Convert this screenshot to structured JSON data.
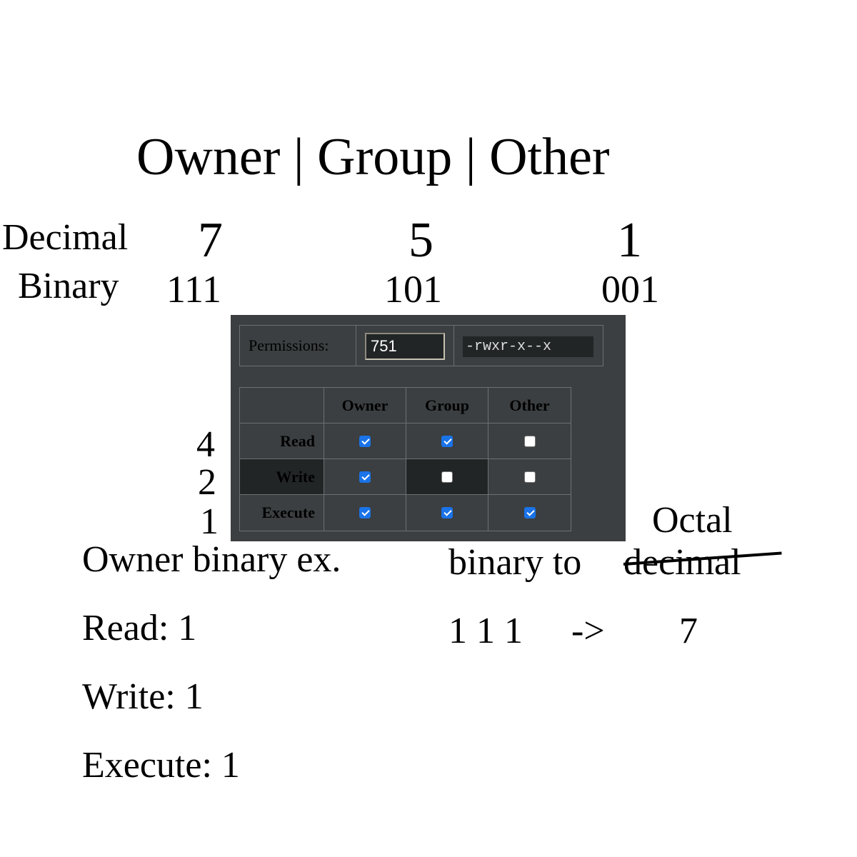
{
  "header": {
    "text": "Owner | Group | Other"
  },
  "decimal_row": {
    "label": "Decimal",
    "values": [
      "7",
      "5",
      "1"
    ]
  },
  "binary_row": {
    "label": "Binary",
    "values": [
      "111",
      "101",
      "001"
    ]
  },
  "bit_weights": [
    "4",
    "2",
    "1"
  ],
  "widget": {
    "permissions_label": "Permissions:",
    "octal_value": "751",
    "symbolic": "-rwxr-x--x",
    "columns": [
      "Owner",
      "Group",
      "Other"
    ],
    "rows": [
      {
        "label": "Read",
        "checked": [
          true,
          true,
          false
        ]
      },
      {
        "label": "Write",
        "checked": [
          true,
          false,
          false
        ]
      },
      {
        "label": "Execute",
        "checked": [
          true,
          true,
          true
        ]
      }
    ]
  },
  "example": {
    "title": "Owner binary ex.",
    "lines": [
      "Read: 1",
      "Write: 1",
      "Execute: 1"
    ]
  },
  "conversion": {
    "octal": "Octal",
    "prefix": "binary to",
    "struck": "decimal",
    "bits": "1 1 1",
    "arrow": "->",
    "result": "7"
  },
  "colors": {
    "panel_bg": "#3b3f41",
    "dark_cell": "#222526",
    "checkbox_accent": "#1a73e8"
  }
}
